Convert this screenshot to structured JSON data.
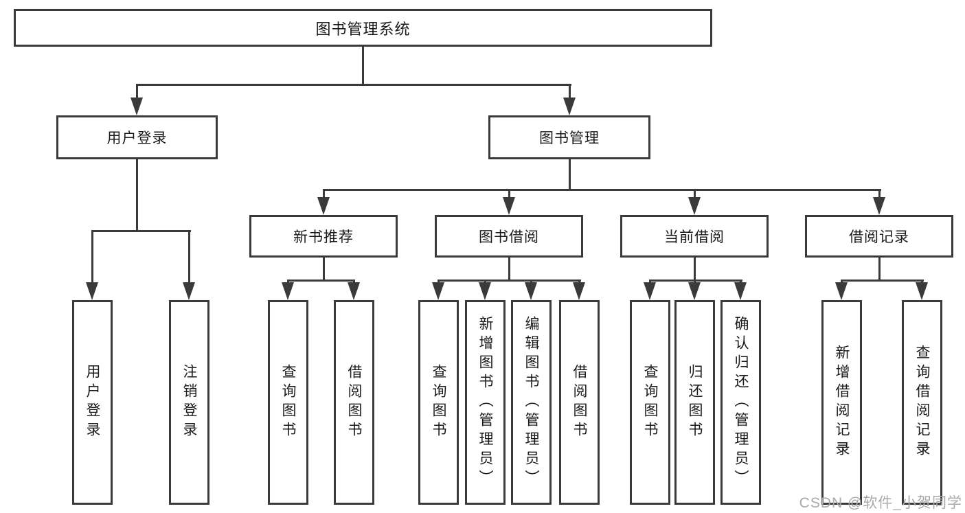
{
  "tree": {
    "root": {
      "label": "图书管理系统"
    },
    "branches": [
      {
        "label": "用户登录",
        "children": [
          {
            "label": "用户登录"
          },
          {
            "label": "注销登录"
          }
        ]
      },
      {
        "label": "图书管理",
        "children": [
          {
            "label": "新书推荐",
            "children": [
              {
                "label": "查询图书"
              },
              {
                "label": "借阅图书"
              }
            ]
          },
          {
            "label": "图书借阅",
            "children": [
              {
                "label": "查询图书"
              },
              {
                "label": "新增图书（管理员）"
              },
              {
                "label": "编辑图书（管理员）"
              },
              {
                "label": "借阅图书"
              }
            ]
          },
          {
            "label": "当前借阅",
            "children": [
              {
                "label": "查询图书"
              },
              {
                "label": "归还图书"
              },
              {
                "label": "确认归还（管理员）"
              }
            ]
          },
          {
            "label": "借阅记录",
            "children": [
              {
                "label": "新增借阅记录"
              },
              {
                "label": "查询借阅记录"
              }
            ]
          }
        ]
      }
    ]
  },
  "watermark": {
    "text": "CSDN @软件_小贺同学"
  },
  "colors": {
    "line": "#3a3a3a",
    "border": "#3a3a3a",
    "text": "#1a1a1a",
    "watermark": "#a9a9a9",
    "background": "#ffffff"
  }
}
